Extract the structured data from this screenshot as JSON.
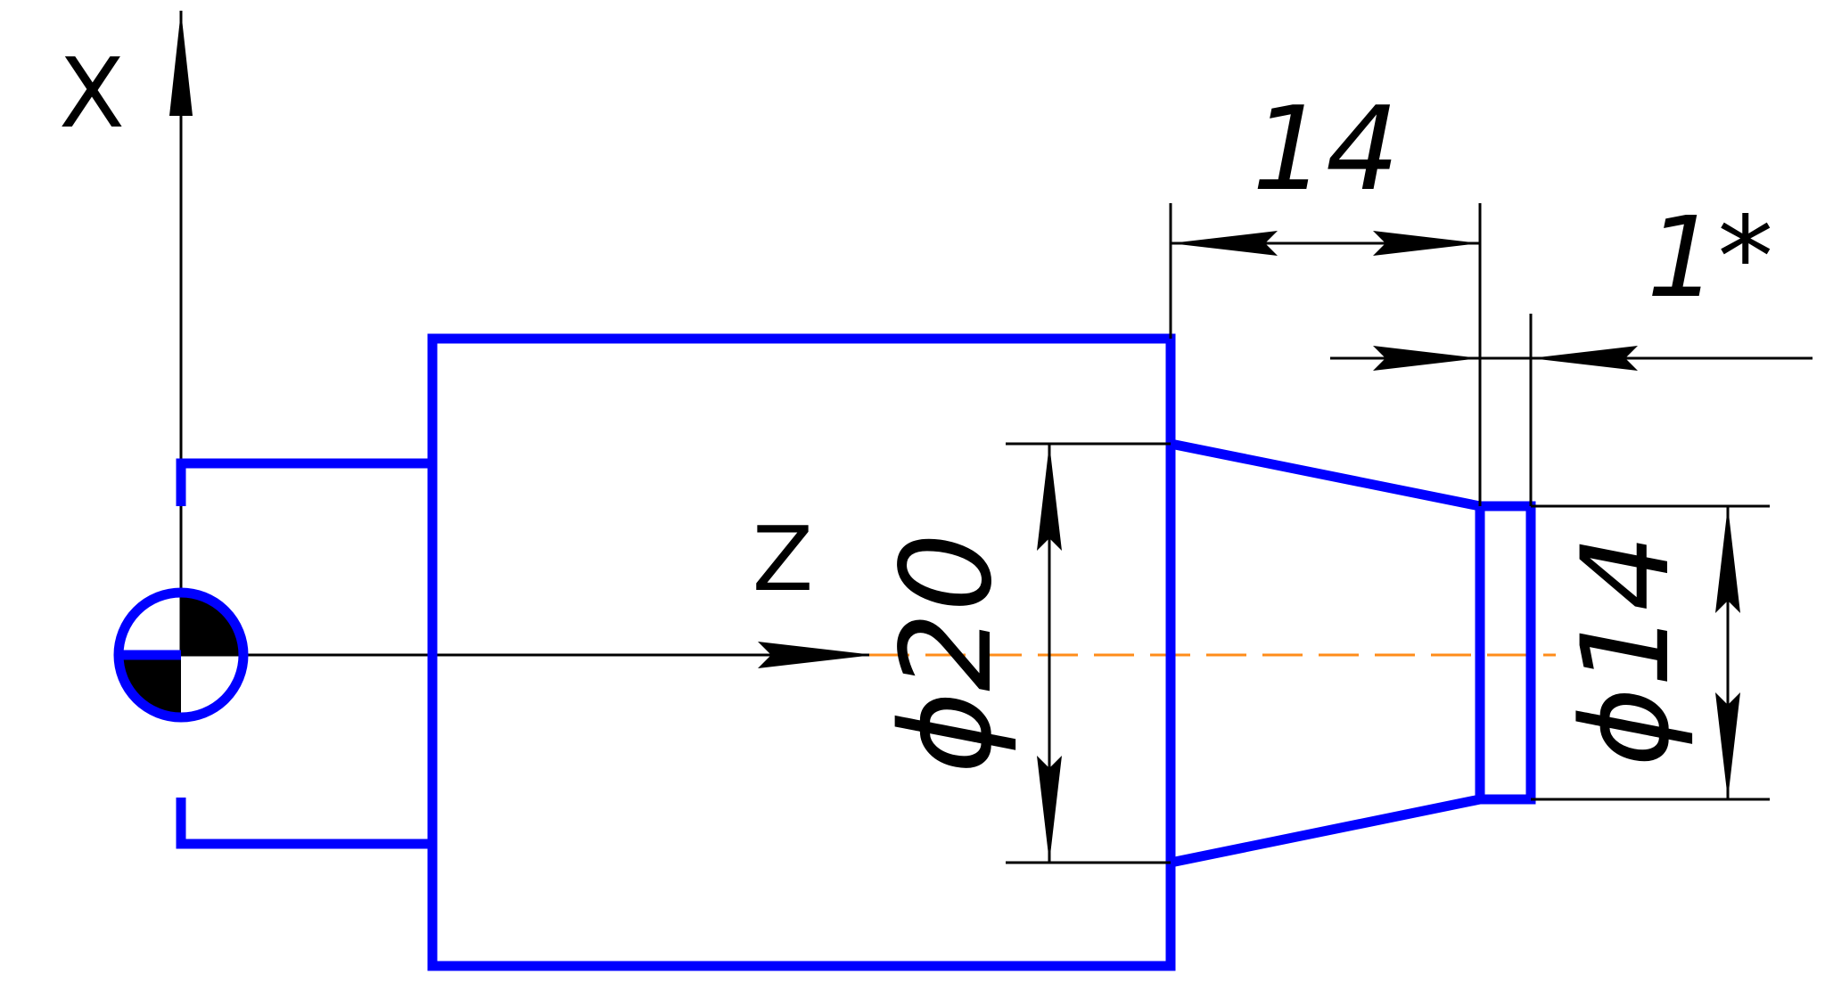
{
  "axes": {
    "x_label": "X",
    "z_label": "Z"
  },
  "dimensions": {
    "dia_large": "ϕ20",
    "dia_small": "ϕ14",
    "length_taper": "14",
    "length_step": "1*"
  },
  "colors": {
    "part_outline": "#0000FF",
    "dimension_lines": "#000000",
    "centerline": "#FF8C1A",
    "background": "#FFFFFF"
  },
  "icons": {
    "origin": "datum-target-icon"
  }
}
